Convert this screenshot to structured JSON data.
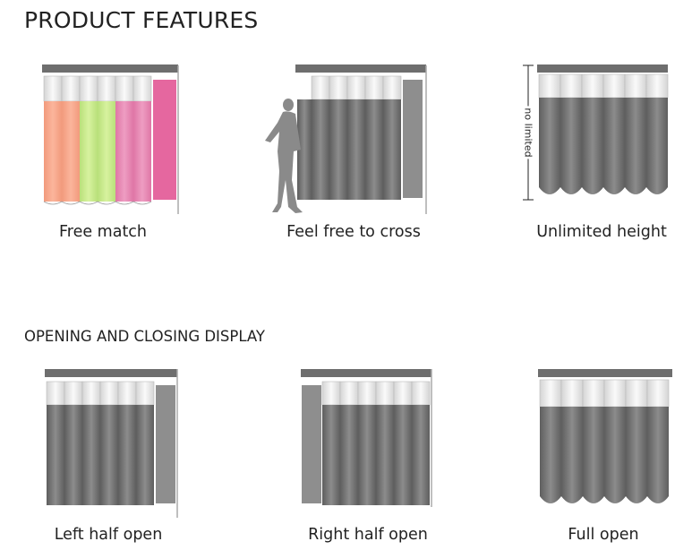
{
  "sections": {
    "features_title": "PRODUCT FEATURES",
    "display_title": "OPENING AND CLOSING DISPLAY"
  },
  "features": [
    {
      "label": "Free match"
    },
    {
      "label": "Feel free to cross"
    },
    {
      "label": "Unlimited height",
      "annotation": "no limited"
    }
  ],
  "display": [
    {
      "label": "Left half open"
    },
    {
      "label": "Right half open"
    },
    {
      "label": "Full open"
    }
  ],
  "colors": {
    "rail": "#6e6e6e",
    "curtain": "#6b6b6b",
    "curtain_highlight": "#8c8c8c",
    "cap": "#eeeeee",
    "salmon": "#f7a487",
    "lime": "#c8e98a",
    "pink": "#e57fae",
    "hotpink": "#e5679f"
  }
}
